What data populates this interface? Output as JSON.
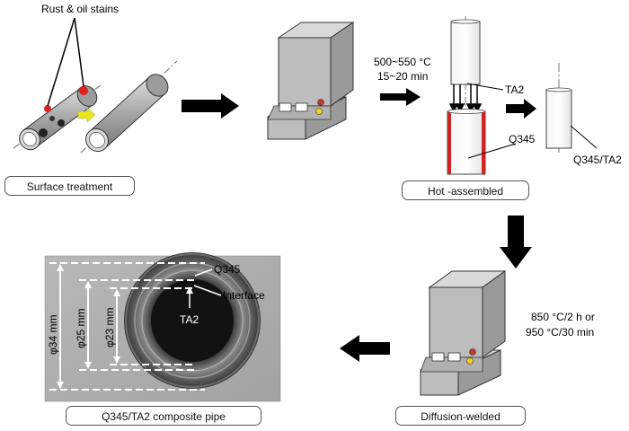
{
  "annotations": {
    "rust_oil": "Rust & oil stains",
    "temp1_line1": "500~550 °C",
    "temp1_line2": "15~20 min",
    "ta2_top": "TA2",
    "q345_side": "Q345",
    "q345_ta2": "Q345/TA2",
    "temp2_line1": "850 °C/2 h or",
    "temp2_line2": "950 °C/30 min",
    "q345_photo": "Q345",
    "interface": "Interface",
    "ta2_photo": "TA2",
    "dim_34": "φ34 mm",
    "dim_25": "φ25 mm",
    "dim_23": "φ23 mm"
  },
  "steps": {
    "surface": "Surface treatment",
    "hot": "Hot -assembled",
    "diffusion": "Diffusion-welded",
    "composite": "Q345/TA2 composite pipe"
  },
  "colors": {
    "machine_front": "#bdbdbd",
    "machine_side": "#9a9a9a",
    "machine_top": "#d9d9d9",
    "stain_red": "#e02020",
    "arrow": "#000000",
    "steel_red": "#d02525",
    "transfer_arrow": "#e6e619"
  },
  "icons": [
    "furnace-icon",
    "pipe-icon",
    "arrow-icon"
  ]
}
